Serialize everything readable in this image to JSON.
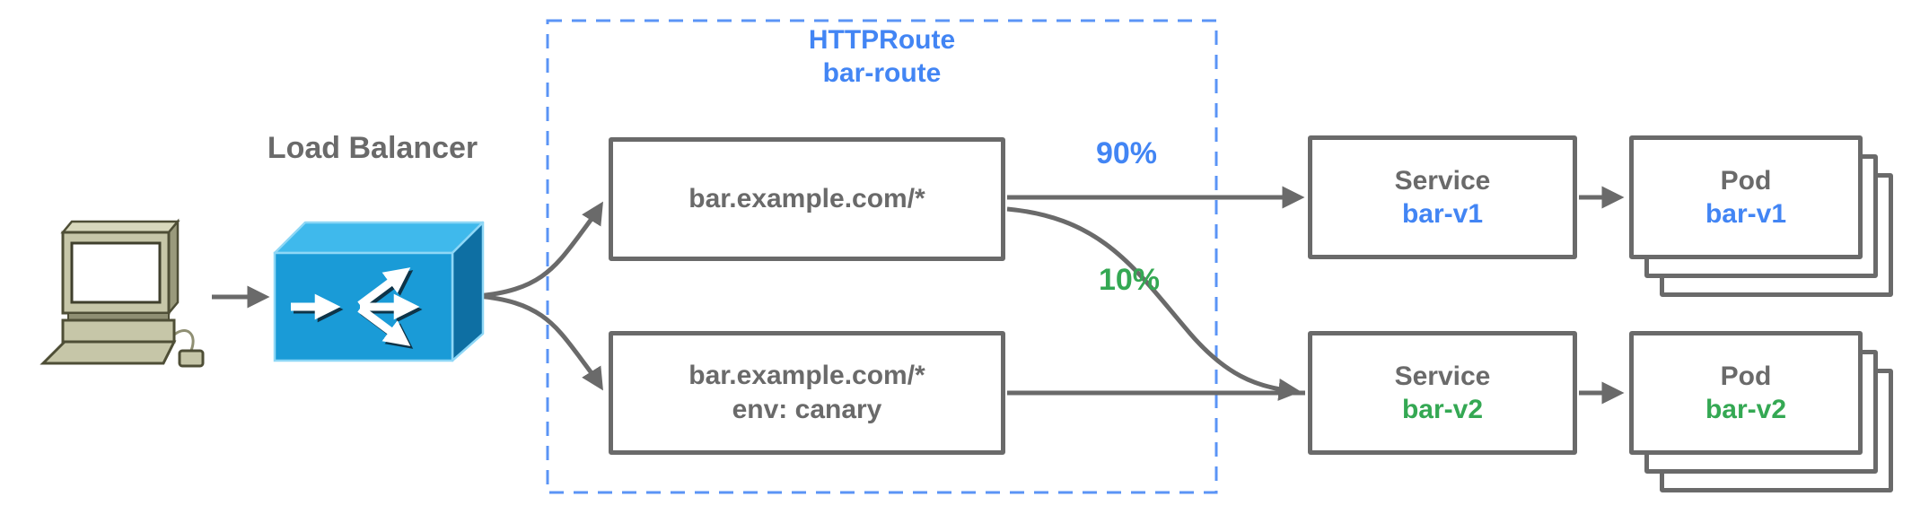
{
  "load_balancer": {
    "label": "Load Balancer"
  },
  "httproute": {
    "title": "HTTPRoute",
    "name": "bar-route",
    "rules": [
      {
        "match": "bar.example.com/*"
      },
      {
        "match": "bar.example.com/*",
        "header": "env: canary"
      }
    ]
  },
  "traffic_split": {
    "to_v1": "90%",
    "to_v2": "10%"
  },
  "services": [
    {
      "kind": "Service",
      "name": "bar-v1"
    },
    {
      "kind": "Service",
      "name": "bar-v2"
    }
  ],
  "pods": [
    {
      "kind": "Pod",
      "name": "bar-v1"
    },
    {
      "kind": "Pod",
      "name": "bar-v2"
    }
  ],
  "icons": {
    "client": "desktop-computer-icon",
    "load_balancer": "load-balancer-3d-icon"
  },
  "colors": {
    "accent_blue": "#4285F4",
    "accent_green": "#34A853",
    "stroke_gray": "#6A6A6A",
    "dashed_border_blue": "#5B94F6",
    "lb_front_blue": "#1A9BD7",
    "lb_top_blue": "#3FB9EC",
    "lb_side_blue": "#0E6FA3",
    "client_khaki": "#C6C6A8"
  }
}
